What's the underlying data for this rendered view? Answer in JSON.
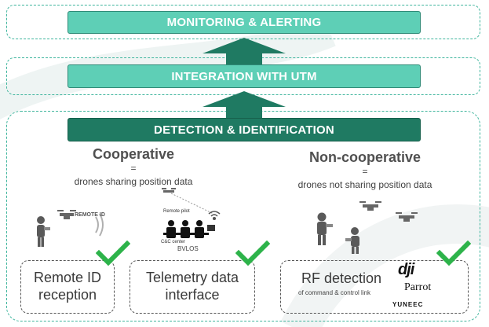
{
  "layers": {
    "monitoring": "MONITORING & ALERTING",
    "integration": "INTEGRATION WITH UTM",
    "detection": "DETECTION & IDENTIFICATION"
  },
  "cooperative": {
    "title": "Cooperative",
    "equals": "=",
    "subtitle": "drones sharing position data",
    "remote_id_label": "REMOTE ID",
    "remote_pilot_label": "Remote pilot",
    "cc_center_label": "C&C center",
    "bvlos_label": "BVLOS"
  },
  "non_cooperative": {
    "title": "Non-cooperative",
    "equals": "=",
    "subtitle": "drones not sharing position data"
  },
  "methods": {
    "remote_id": {
      "line1": "Remote ID",
      "line2": "reception"
    },
    "telemetry": {
      "line1": "Telemetry data",
      "line2": "interface"
    },
    "rf": {
      "title": "RF detection",
      "caption": "of command & control link"
    }
  },
  "brands": {
    "dji": "dji",
    "parrot": "Parrot",
    "yuneec": "YUNEEC"
  },
  "colors": {
    "accent_light": "#5ecfb6",
    "accent_dark": "#1f7a62",
    "check": "#2db34a"
  }
}
